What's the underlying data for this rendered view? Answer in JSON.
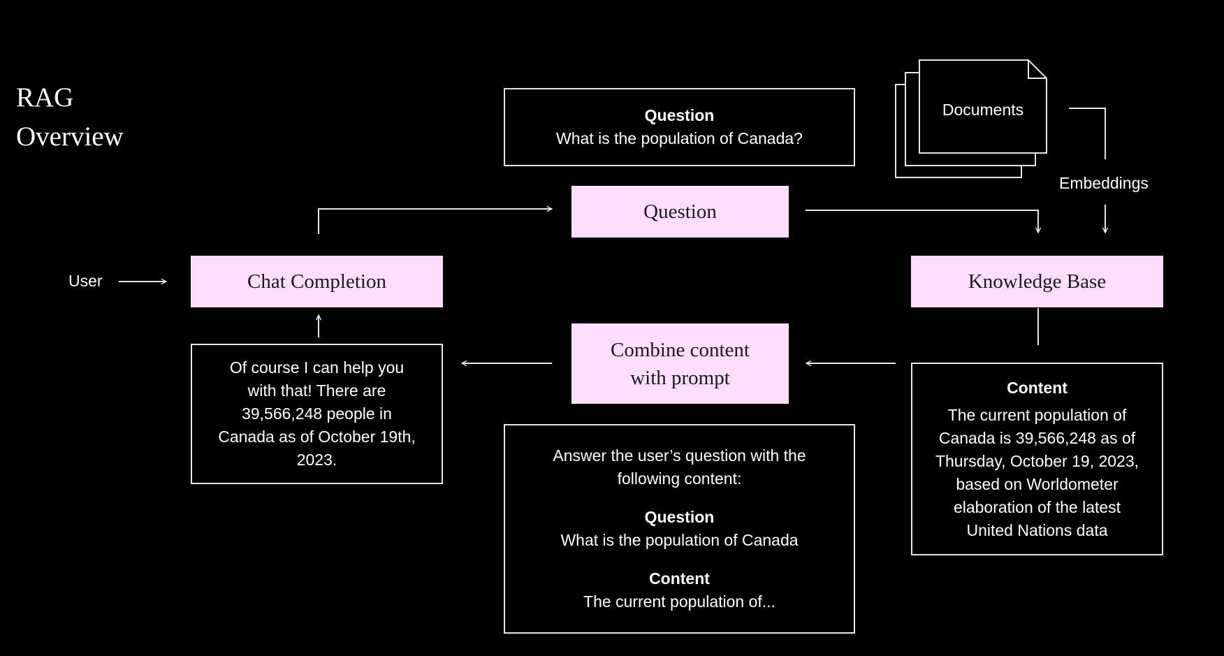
{
  "title": {
    "line1": "RAG",
    "line2": "Overview"
  },
  "user_label": "User",
  "embeddings_label": "Embeddings",
  "documents_label": "Documents",
  "nodes": {
    "chat_completion": "Chat Completion",
    "question": "Question",
    "knowledge_base": "Knowledge Base",
    "combine": {
      "line1": "Combine content",
      "line2": "with prompt"
    }
  },
  "question_box": {
    "heading": "Question",
    "text": "What is the population of Canada?"
  },
  "answer_box": {
    "lines": [
      "Of course I can help you",
      "with that! There are",
      "39,566,248 people in",
      "Canada as of October 19th,",
      "2023."
    ]
  },
  "content_box": {
    "heading": "Content",
    "lines": [
      "The current population of",
      "Canada is 39,566,248 as of",
      "Thursday, October 19, 2023,",
      "based on Worldometer",
      "elaboration of the latest",
      "United Nations data"
    ]
  },
  "prompt_box": {
    "intro_lines": [
      "Answer the user’s question with the",
      "following content:"
    ],
    "question_heading": "Question",
    "question_text": "What is the population of Canada",
    "content_heading": "Content",
    "content_text": "The current population of..."
  },
  "colors": {
    "background": "#000000",
    "node_fill": "#ffddff",
    "line": "#e6e6e6"
  }
}
